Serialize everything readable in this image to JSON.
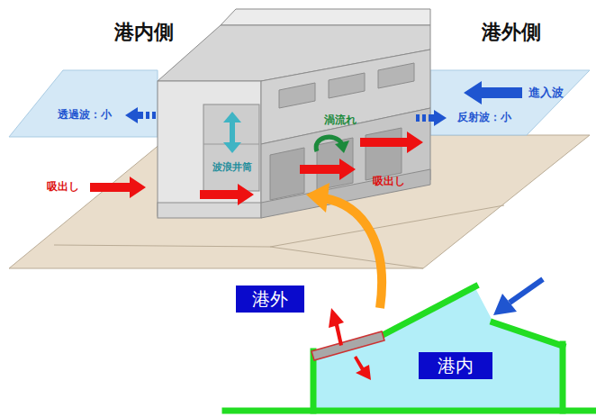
{
  "diagram": {
    "nodes": [
      {
        "text": [
          "港外"
        ]
      },
      {
        "text": [
          "港内"
        ]
      }
    ],
    "labels": [
      "港内側",
      "港外側",
      "透過波：小",
      "進入波",
      "反射波：小",
      "渦流れ",
      "波浪井筒",
      "吸出し",
      "吸出し"
    ]
  }
}
